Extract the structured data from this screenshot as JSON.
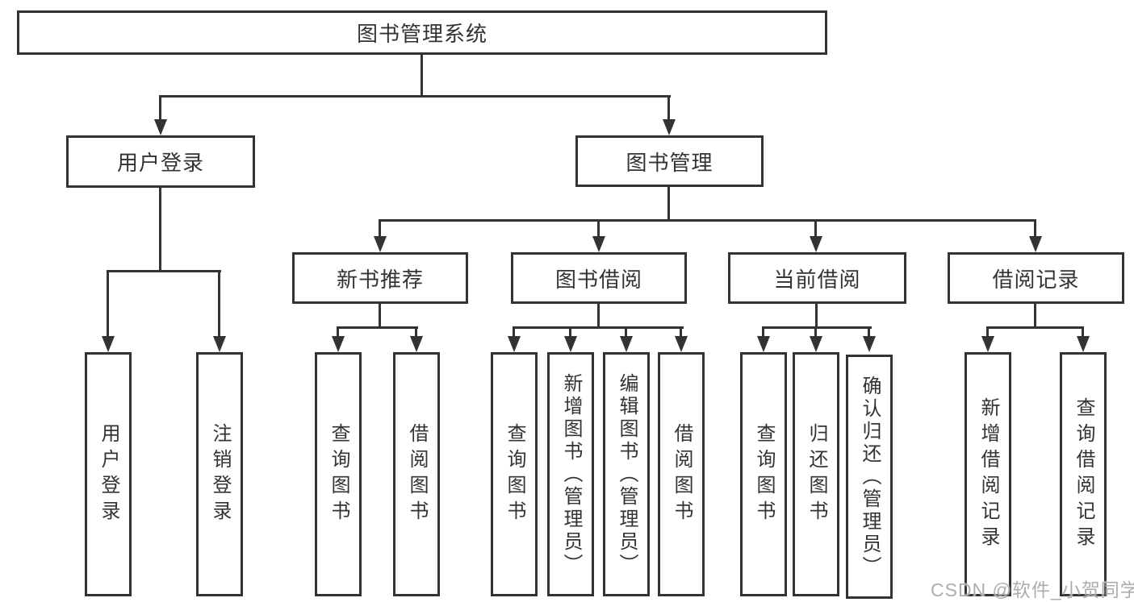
{
  "tree": {
    "label": "图书管理系统",
    "children": [
      {
        "label": "用户登录",
        "children": [
          {
            "label": "用户登录"
          },
          {
            "label": "注销登录"
          }
        ]
      },
      {
        "label": "图书管理",
        "children": [
          {
            "label": "新书推荐",
            "children": [
              {
                "label": "查询图书"
              },
              {
                "label": "借阅图书"
              }
            ]
          },
          {
            "label": "图书借阅",
            "children": [
              {
                "label": "查询图书"
              },
              {
                "label": "新增图书（管理员）"
              },
              {
                "label": "编辑图书（管理员）"
              },
              {
                "label": "借阅图书"
              }
            ]
          },
          {
            "label": "当前借阅",
            "children": [
              {
                "label": "查询图书"
              },
              {
                "label": "归还图书"
              },
              {
                "label": "确认归还（管理员）"
              }
            ]
          },
          {
            "label": "借阅记录",
            "children": [
              {
                "label": "新增借阅记录"
              },
              {
                "label": "查询借阅记录"
              }
            ]
          }
        ]
      }
    ]
  },
  "watermark": {
    "text": "CSDN @软件_小贺同学"
  },
  "colors": {
    "line": "#333333",
    "text": "#333333",
    "watermark": "#adadad",
    "background": "#ffffff"
  }
}
